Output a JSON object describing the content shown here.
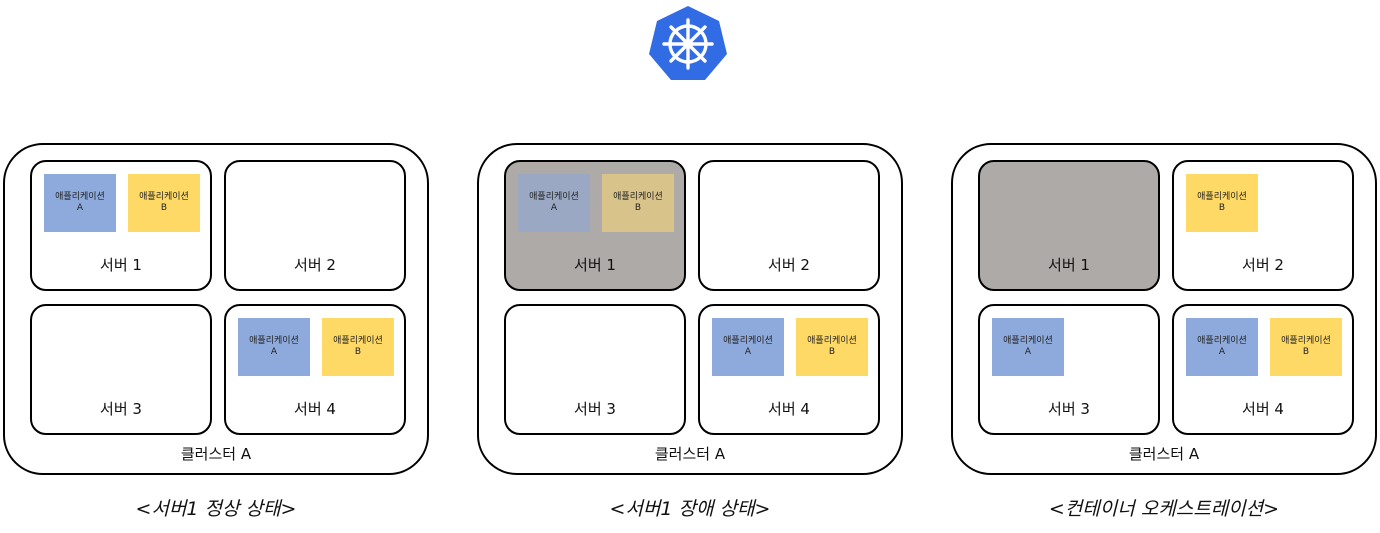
{
  "logo_icon": "kubernetes-helm-icon",
  "colors": {
    "app_a": "#8eaadc",
    "app_b": "#ffd966",
    "failed_server": "#aeaaa8",
    "logo": "#326ce5"
  },
  "panels": [
    {
      "cluster_label": "클러스터 A",
      "caption": "<서버1 정상 상태>",
      "servers": [
        {
          "label": "서버 1",
          "app_a": [
            "애플리케이션",
            "A"
          ],
          "app_b": [
            "애플리케이션",
            "B"
          ]
        },
        {
          "label": "서버 2"
        },
        {
          "label": "서버 3"
        },
        {
          "label": "서버 4",
          "app_a": [
            "애플리케이션",
            "A"
          ],
          "app_b": [
            "애플리케이션",
            "B"
          ]
        }
      ]
    },
    {
      "cluster_label": "클러스터 A",
      "caption": "<서버1 장애 상태>",
      "servers": [
        {
          "label": "서버 1",
          "status": "failed",
          "app_a": [
            "애플리케이션",
            "A"
          ],
          "app_b": [
            "애플리케이션",
            "B"
          ]
        },
        {
          "label": "서버 2"
        },
        {
          "label": "서버 3"
        },
        {
          "label": "서버 4",
          "app_a": [
            "애플리케이션",
            "A"
          ],
          "app_b": [
            "애플리케이션",
            "B"
          ]
        }
      ]
    },
    {
      "cluster_label": "클러스터 A",
      "caption": "<컨테이너 오케스트레이션>",
      "servers": [
        {
          "label": "서버 1",
          "status": "failed"
        },
        {
          "label": "서버 2",
          "app_b": [
            "애플리케이션",
            "B"
          ]
        },
        {
          "label": "서버 3",
          "app_a": [
            "애플리케이션",
            "A"
          ]
        },
        {
          "label": "서버 4",
          "app_a": [
            "애플리케이션",
            "A"
          ],
          "app_b": [
            "애플리케이션",
            "B"
          ]
        }
      ]
    }
  ]
}
